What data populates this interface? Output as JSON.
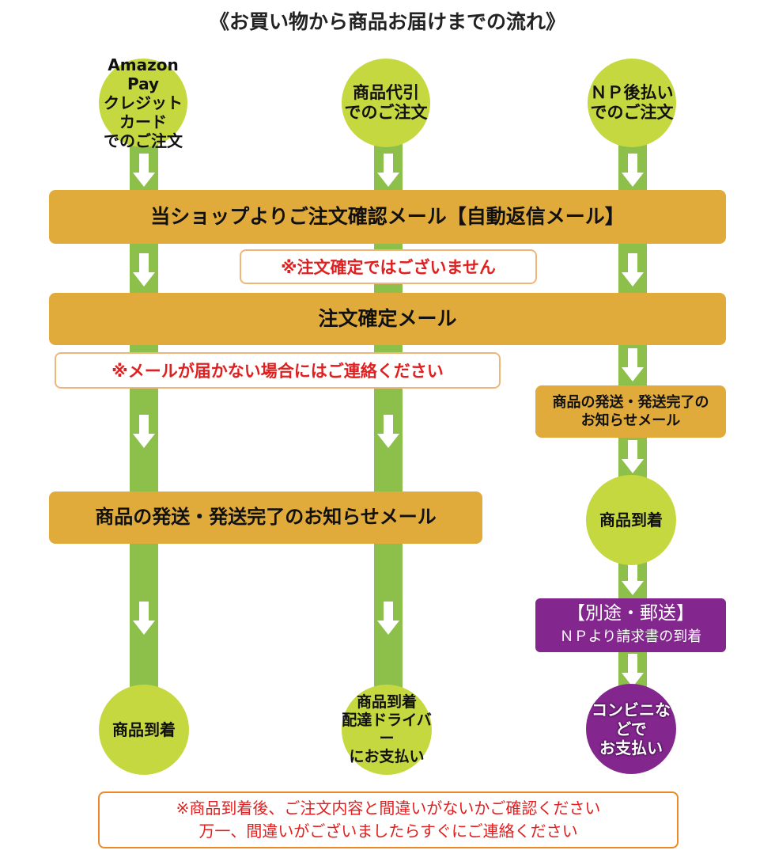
{
  "title": "《お買い物から商品お届けまでの流れ》",
  "start": {
    "amazon": "Amazon Pay\nクレジットカード\nでのご注文",
    "cod": "商品代引\nでのご注文",
    "np": "ＮＰ後払い\nでのご注文"
  },
  "auto_reply_mail": "当ショップよりご注文確認メール【自動返信メール】",
  "not_confirmed_note": "※注文確定ではございません",
  "confirm_mail": "注文確定メール",
  "no_mail_note": "※メールが届かない場合にはご連絡ください",
  "np_shipping_mail": "商品の発送・発送完了の\nお知らせメール",
  "np_arrival": "商品到着",
  "shipping_mail": "商品の発送・発送完了のお知らせメール",
  "invoice": {
    "heading": "【別途・郵送】",
    "text": "ＮＰより請求書の到着"
  },
  "end": {
    "amazon": "商品到着",
    "cod": "商品到着\n配達ドライバー\nにお支払い",
    "np": "コンビニなどで\nお支払い"
  },
  "footer": {
    "line1": "※商品到着後、ご注文内容と間違いがないかご確認ください",
    "line2": "万一、間違いがございましたらすぐにご連絡ください"
  },
  "colors": {
    "track": "#8dc04a",
    "circle": "#c5d840",
    "bar": "#e1ab3b",
    "purple": "#83278f",
    "note_text": "#e02020",
    "footer_border": "#ec8a2a"
  }
}
